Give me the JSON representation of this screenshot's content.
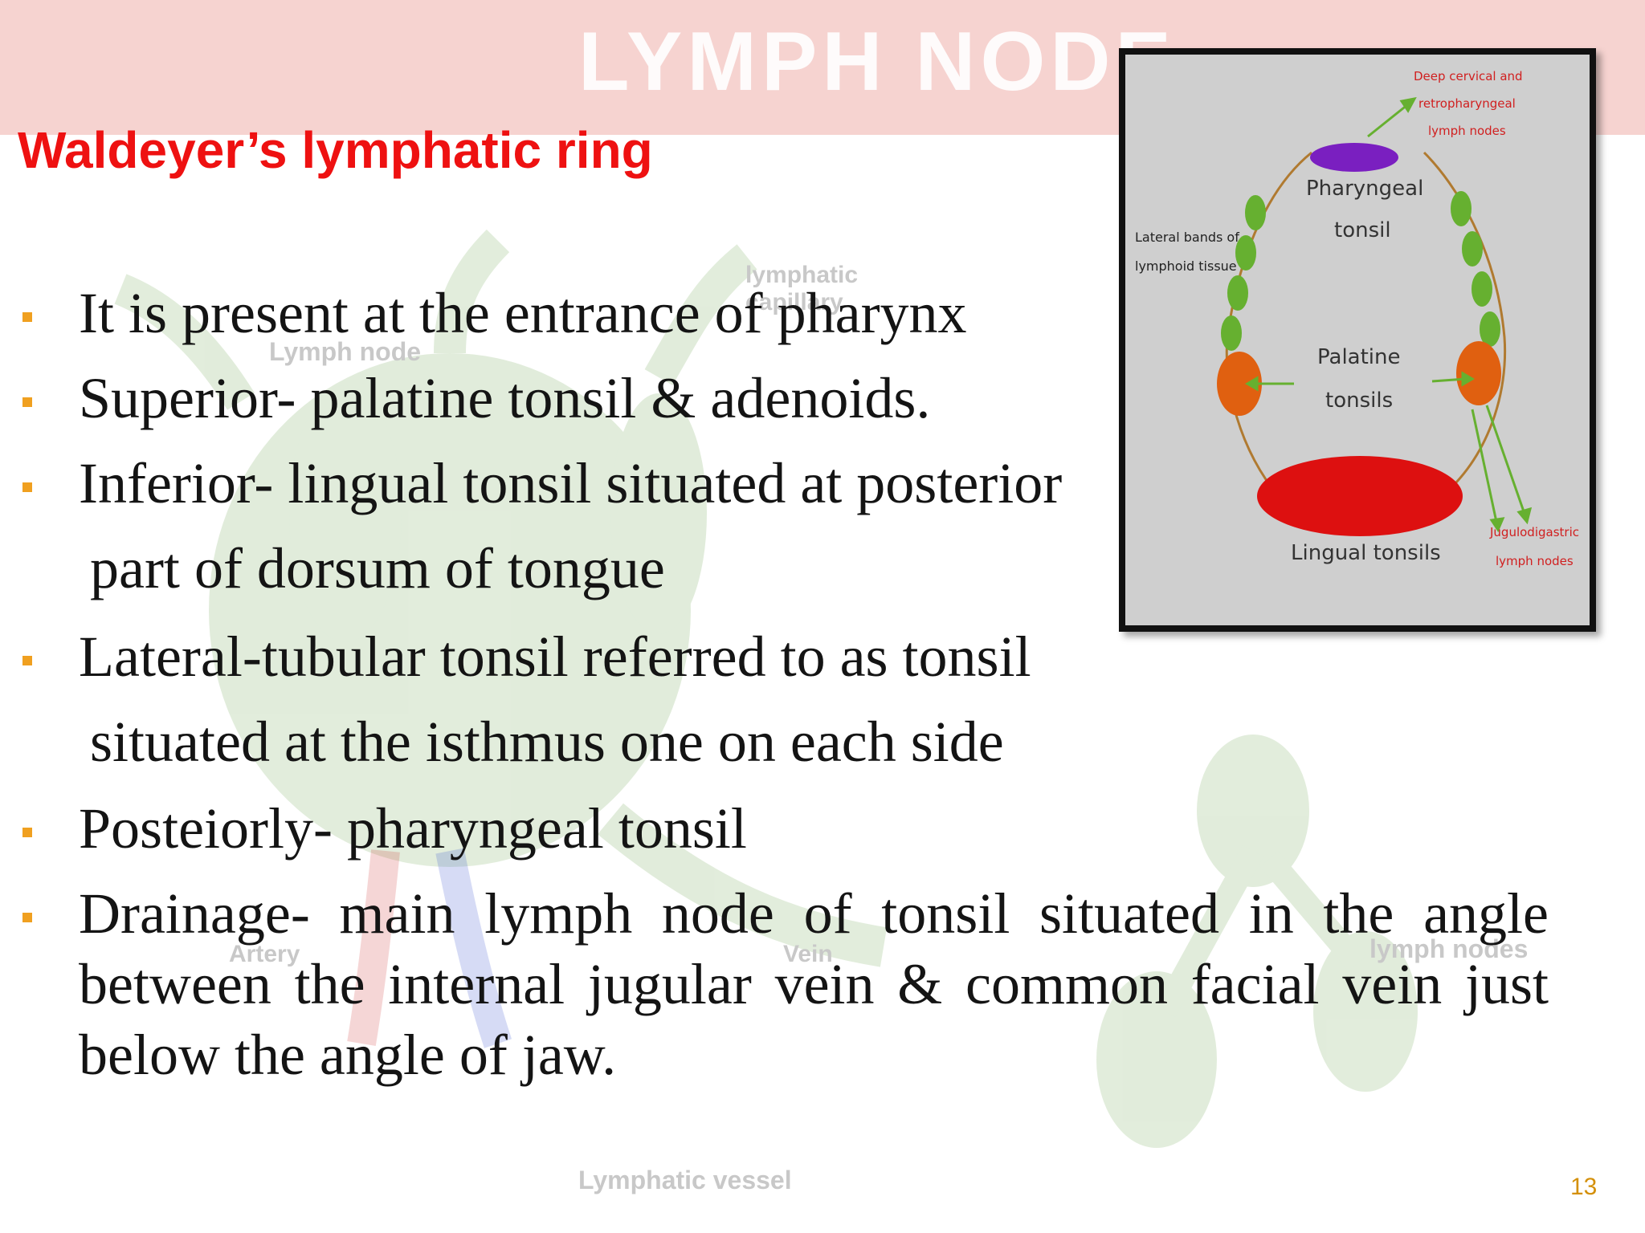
{
  "banner": {
    "title": "LYMPH NODE"
  },
  "background_labels": {
    "lymphatic_capillary": "lymphatic capillary",
    "lymph_node": "Lymph node",
    "artery": "Artery",
    "vein": "Vein",
    "lymph_nodes": "lymph nodes",
    "lymphatic_vessel": "Lymphatic vessel"
  },
  "heading": "Waldeyer’s lymphatic ring",
  "bullets": [
    {
      "text": "It is present at the entrance of pharynx"
    },
    {
      "text": "Superior- palatine tonsil & adenoids."
    },
    {
      "text": "Inferior- lingual tonsil situated at posterior",
      "cont": "part of dorsum of tongue"
    },
    {
      "text": "Lateral-tubular tonsil referred to  as tonsil",
      "cont": "situated at the isthmus one on each side"
    },
    {
      "text": "Posteiorly- pharyngeal tonsil"
    },
    {
      "text": "Drainage- main lymph node of tonsil situated in the angle between the internal jugular vein & common facial vein just below the angle of jaw."
    }
  ],
  "diagram": {
    "deep_cervical_1": "Deep cervical and",
    "deep_cervical_2": "retropharyngeal",
    "deep_cervical_3": "lymph nodes",
    "pharyngeal_1": "Pharyngeal",
    "pharyngeal_2": "tonsil",
    "lateral_1": "Lateral bands of",
    "lateral_2": "lymphoid tissue",
    "palatine_1": "Palatine",
    "palatine_2": "tonsils",
    "lingual": "Lingual tonsils",
    "jugulo_1": "Jugulodigastric",
    "jugulo_2": "lymph nodes",
    "colors": {
      "pharyngeal": "#7a1fc0",
      "palatine": "#e06010",
      "lingual": "#dd1010",
      "bands": "#66b030"
    }
  },
  "page_number": "13"
}
